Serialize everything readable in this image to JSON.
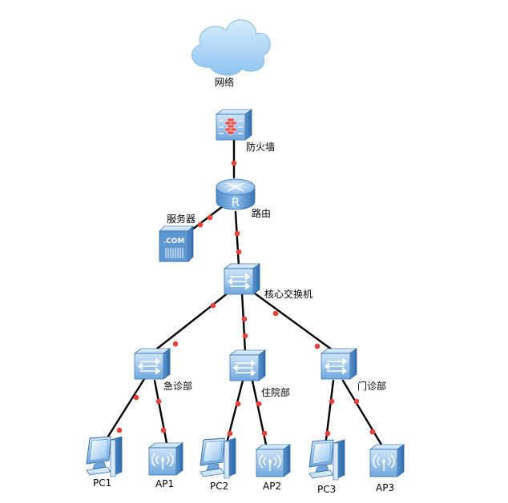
{
  "colors": {
    "link": "#000000",
    "port": "#e8403a",
    "device_light": "#b9d7f3",
    "device_mid": "#6fa7dc",
    "device_dark": "#3d78b8",
    "cloud": "#a9d3f5"
  },
  "nodes": {
    "internet": {
      "label": "网络",
      "icon": "cloud-icon"
    },
    "firewall": {
      "label": "防火墙",
      "icon": "firewall-icon"
    },
    "router": {
      "label": "路由",
      "icon": "router-icon",
      "glyph": "R"
    },
    "server": {
      "label": "服务器",
      "icon": "server-icon",
      "glyph": ".COM"
    },
    "core_switch": {
      "label": "核心交换机",
      "icon": "switch-icon"
    },
    "sw_emergency": {
      "label": "急诊部",
      "icon": "switch-icon"
    },
    "sw_inpatient": {
      "label": "住院部",
      "icon": "switch-icon"
    },
    "sw_outpatient": {
      "label": "门诊部",
      "icon": "switch-icon"
    },
    "pc1": {
      "label": "PC1",
      "icon": "pc-icon"
    },
    "ap1": {
      "label": "AP1",
      "icon": "access-point-icon"
    },
    "pc2": {
      "label": "PC2",
      "icon": "pc-icon"
    },
    "ap2": {
      "label": "AP2",
      "icon": "access-point-icon"
    },
    "pc3": {
      "label": "PC3",
      "icon": "pc-icon"
    },
    "ap3": {
      "label": "AP3",
      "icon": "access-point-icon"
    }
  },
  "links": [
    [
      "firewall",
      "router"
    ],
    [
      "router",
      "server"
    ],
    [
      "router",
      "core_switch"
    ],
    [
      "core_switch",
      "sw_emergency"
    ],
    [
      "core_switch",
      "sw_inpatient"
    ],
    [
      "core_switch",
      "sw_outpatient"
    ],
    [
      "sw_emergency",
      "pc1"
    ],
    [
      "sw_emergency",
      "ap1"
    ],
    [
      "sw_inpatient",
      "pc2"
    ],
    [
      "sw_inpatient",
      "ap2"
    ],
    [
      "sw_outpatient",
      "pc3"
    ],
    [
      "sw_outpatient",
      "ap3"
    ]
  ]
}
